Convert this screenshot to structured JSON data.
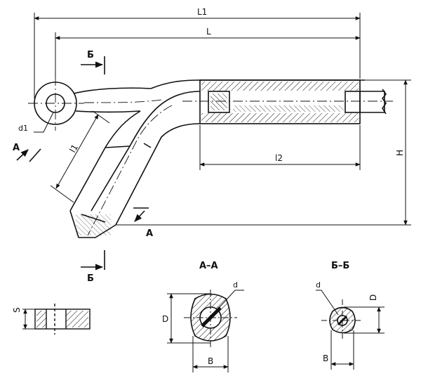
{
  "dimensions": {
    "L1": "L1",
    "L": "L",
    "l1": "l1",
    "l2": "l2",
    "H": "H",
    "d1": "d1",
    "S": "S",
    "D": "D",
    "d": "d",
    "B": "B"
  },
  "section_marks": {
    "A": "A",
    "B_cyr": "Б"
  },
  "section_titles": {
    "aa": "A–A",
    "bb": "Б–Б"
  },
  "colors": {
    "ink": "#111111",
    "hatch": "#222222"
  }
}
